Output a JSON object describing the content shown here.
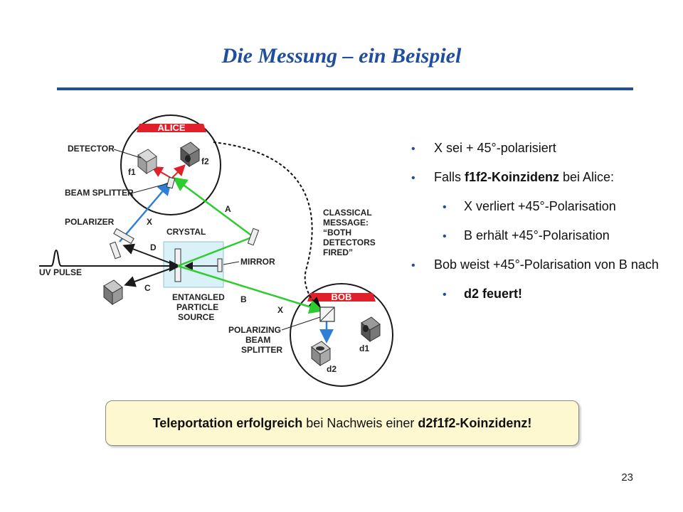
{
  "title": "Die Messung – ein Beispiel",
  "diagram": {
    "alice": "ALICE",
    "bob": "BOB",
    "detector": "DETECTOR",
    "beam_splitter": "BEAM SPLITTER",
    "polarizer": "POLARIZER",
    "crystal": "CRYSTAL",
    "uv_pulse": "UV PULSE",
    "mirror": "MIRROR",
    "entangled_1": "ENTANGLED",
    "entangled_2": "PARTICLE",
    "entangled_3": "SOURCE",
    "classical_1": "CLASSICAL",
    "classical_2": "MESSAGE:",
    "classical_3": "“BOTH",
    "classical_4": "DETECTORS",
    "classical_5": "FIRED”",
    "pbs_1": "POLARIZING",
    "pbs_2": "BEAM",
    "pbs_3": "SPLITTER",
    "f1": "f1",
    "f2": "f2",
    "d1": "d1",
    "d2": "d2",
    "label_a": "A",
    "label_b": "B",
    "label_c": "C",
    "label_d": "D",
    "label_x1": "X",
    "label_x2": "X"
  },
  "bullets": {
    "b1": "X sei + 45°-polarisiert",
    "b2_pre": "Falls ",
    "b2_bold": "f1f2-Koinzidenz",
    "b2_post": " bei Alice:",
    "b3": "X verliert +45°-Polarisation",
    "b4": "B erhält +45°-Polarisation",
    "b5": "Bob weist +45°-Polarisation von B nach",
    "b6": "d2 feuert!"
  },
  "banner": {
    "bold1": "Teleportation erfolgreich",
    "mid": " bei Nachweis einer ",
    "bold2": "d2f1f2-Koinzidenz!"
  },
  "page_number": "23"
}
